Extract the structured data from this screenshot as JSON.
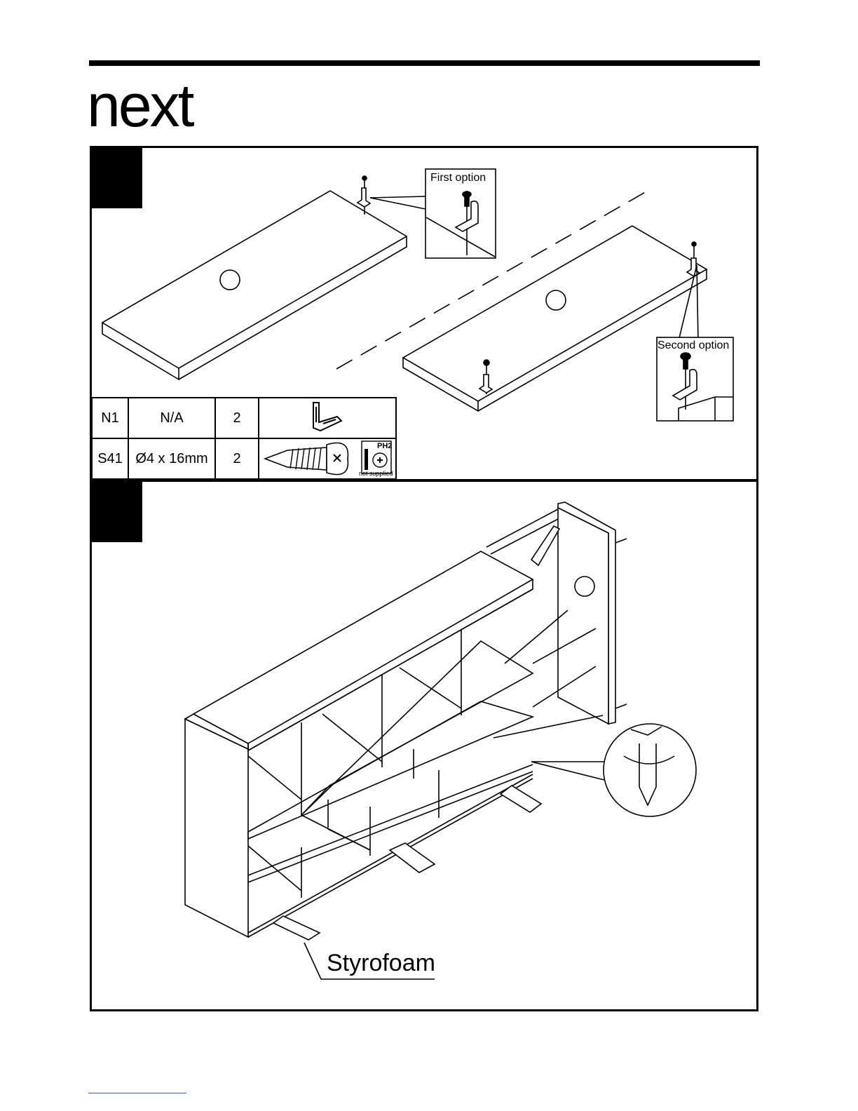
{
  "brand": {
    "logo_text": "next"
  },
  "step1": {
    "callout_first": "First option",
    "callout_second": "Second option",
    "parts": [
      {
        "code": "N1",
        "spec": "N/A",
        "qty": "2",
        "icon": "angle-bracket-icon"
      },
      {
        "code": "S41",
        "spec": "Ø4 x 16mm",
        "qty": "2",
        "icon": "screw-icon",
        "tool_label": "PH2",
        "tool_note": "not supplied"
      }
    ]
  },
  "step2": {
    "label_styrofoam": "Styrofoam"
  }
}
